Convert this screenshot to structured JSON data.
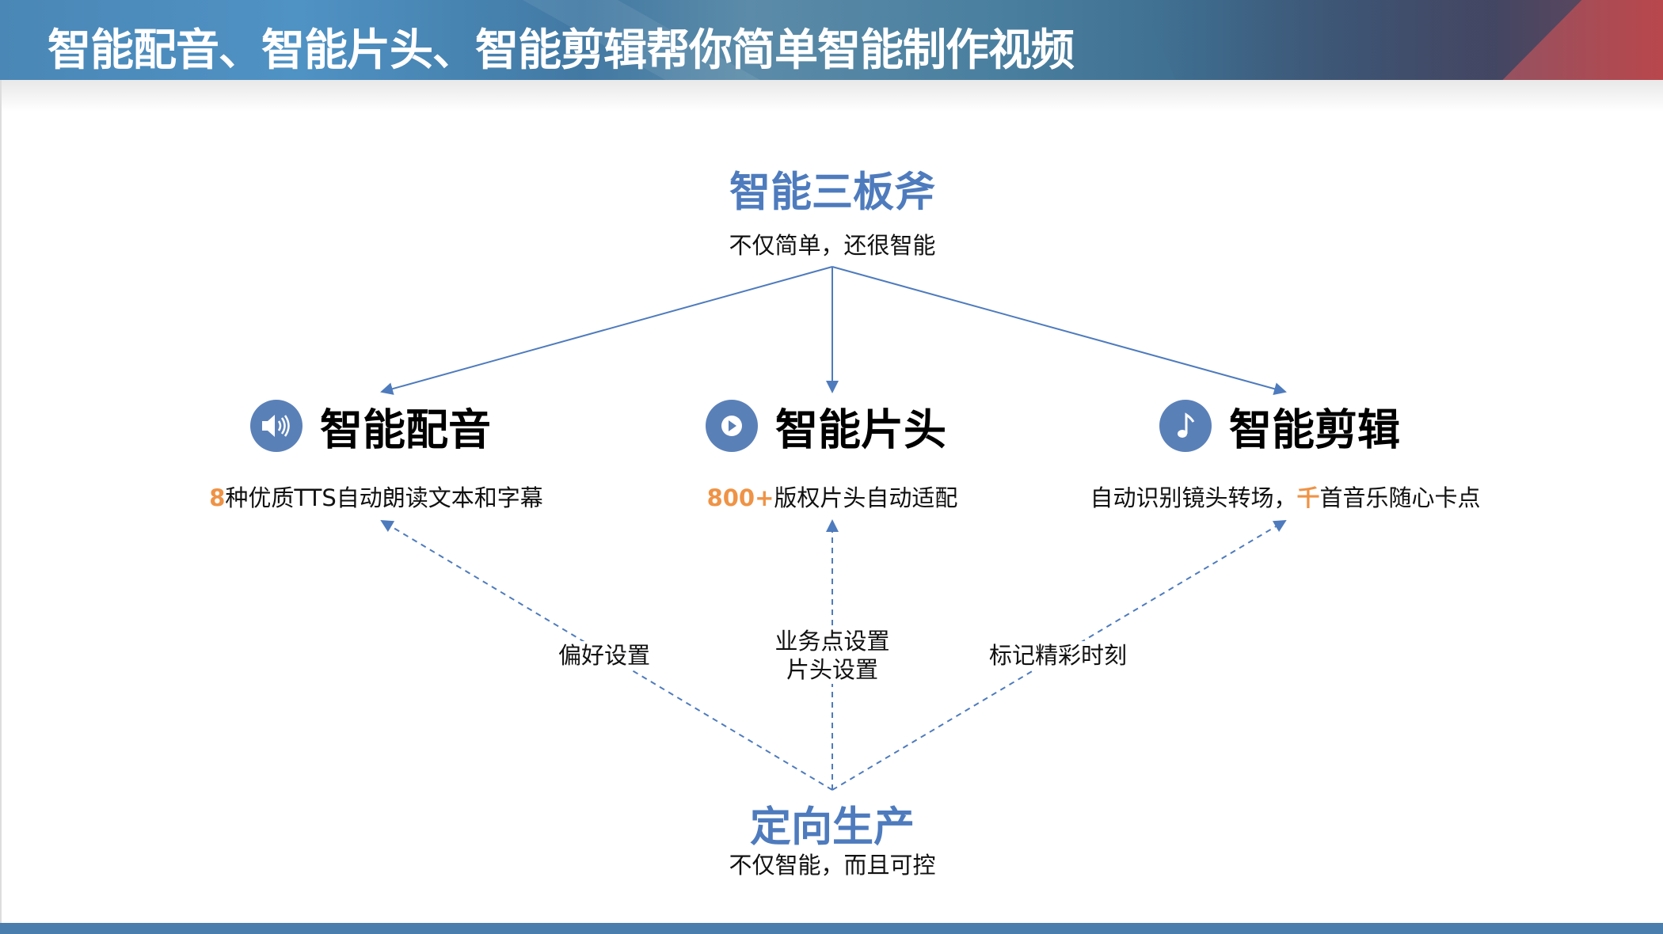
{
  "header": {
    "title": "智能配音、智能片头、智能剪辑帮你简单智能制作视频"
  },
  "top": {
    "title": "智能三板斧",
    "subtitle": "不仅简单，还很智能"
  },
  "features": [
    {
      "title": "智能配音",
      "icon": "speaker-icon",
      "desc_highlight": "8",
      "desc_pre": "",
      "desc_post": "种优质TTS自动朗读文本和字幕"
    },
    {
      "title": "智能片头",
      "icon": "play-icon",
      "desc_highlight": "800+",
      "desc_pre": "",
      "desc_post": "版权片头自动适配"
    },
    {
      "title": "智能剪辑",
      "icon": "music-note-icon",
      "desc_pre": "自动识别镜头转场，",
      "desc_highlight": "千",
      "desc_post": "首音乐随心卡点"
    }
  ],
  "settings": {
    "left": "偏好设置",
    "middle_1": "业务点设置",
    "middle_2": "片头设置",
    "right": "标记精彩时刻"
  },
  "bottom": {
    "title": "定向生产",
    "subtitle": "不仅智能，而且可控"
  },
  "colors": {
    "accent_blue": "#4e7bbd",
    "highlight_orange": "#ef9346",
    "footer": "#4a7fad"
  }
}
